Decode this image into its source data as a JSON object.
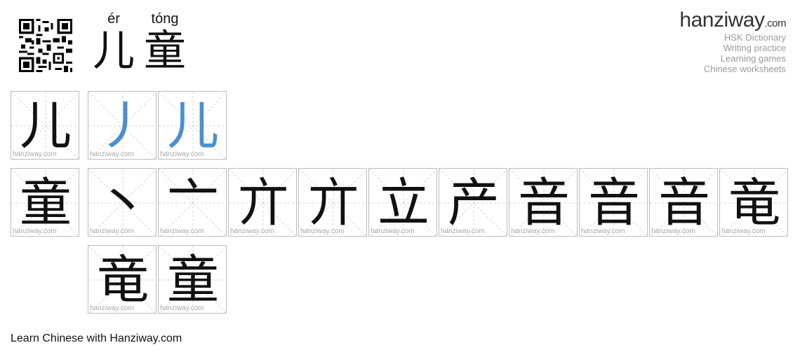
{
  "word": {
    "chars": [
      {
        "hanzi": "儿",
        "pinyin": "ér"
      },
      {
        "hanzi": "童",
        "pinyin": "tóng"
      }
    ]
  },
  "brand": {
    "logo_main": "hanziway",
    "logo_suffix": ".com",
    "links": [
      "HSK Dictionary",
      "Writing practice",
      "Learning games",
      "Chinese worksheets"
    ]
  },
  "watermark": "hanziway.com",
  "rows": [
    {
      "char": "儿",
      "steps": [
        "丿",
        "儿"
      ],
      "new_color": "#4a8fd0"
    },
    {
      "char": "童",
      "steps": [
        "丶",
        "亠",
        "亣",
        "亣",
        "立",
        "产",
        "音",
        "音",
        "音",
        "竜",
        "竜",
        "童"
      ]
    }
  ],
  "footer": "Learn Chinese with Hanziway.com"
}
